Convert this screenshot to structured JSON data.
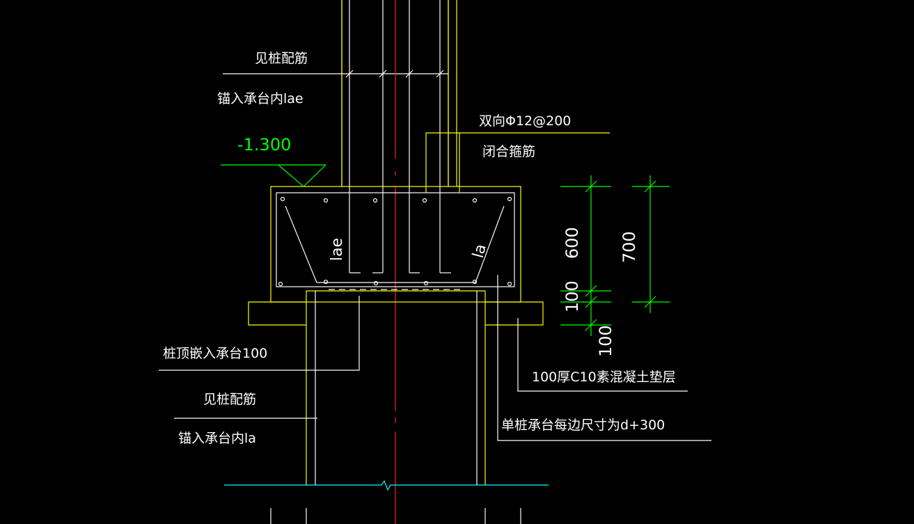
{
  "drawing": {
    "background": "#000000",
    "colors": {
      "concrete_outline": "#ffff00",
      "rebar_and_leaders": "#ffffff",
      "dimensions_and_elevation": "#00ff00",
      "center_line": "#ff2020",
      "ground_line": "#00ffff"
    },
    "labels": {
      "pile_rebar_top": "见桩配筋",
      "anchor_lae": "锚入承台内lae",
      "bidirectional_rebar": "双向Φ12@200",
      "closed_stirrup": "闭合箍筋",
      "pile_top_embed": "桩顶嵌入承台100",
      "cushion_layer": "100厚C10素混凝土垫层",
      "pile_rebar_bottom": "见桩配筋",
      "anchor_la": "锚入承台内la",
      "single_pile_cap_size": "单桩承台每边尺寸为d+300"
    },
    "elevation": {
      "value": "-1.300"
    },
    "anchorage_marks": {
      "left": "lae",
      "right": "la"
    },
    "dimensions": {
      "inner_chain": [
        "600",
        "100",
        "100"
      ],
      "overall": "700"
    }
  }
}
